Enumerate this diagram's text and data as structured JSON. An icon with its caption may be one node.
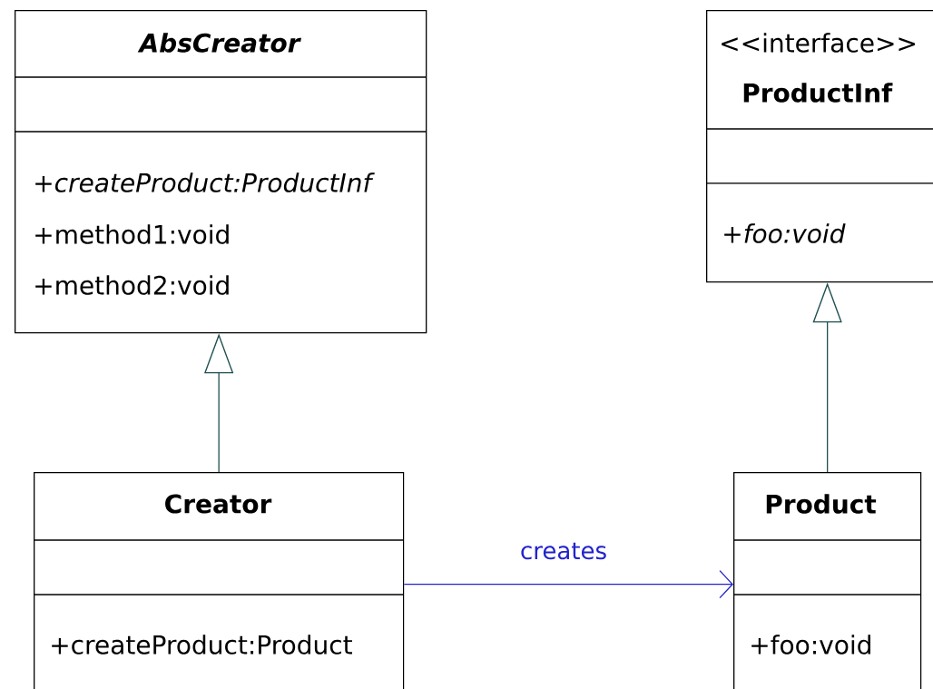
{
  "diagram": {
    "nodes": [
      {
        "text": [
          "AbsCreator",
          "+createProduct:ProductInf",
          "+method1:void",
          "+method2:void"
        ]
      },
      {
        "text": [
          "<<interface>>",
          "ProductInf",
          "+foo:void"
        ]
      },
      {
        "text": [
          "Creator",
          "+createProduct:Product"
        ]
      },
      {
        "text": [
          "Product",
          "+foo:void"
        ]
      }
    ],
    "edges": [
      {
        "from": 2,
        "to": 0,
        "arrow": "to"
      },
      {
        "from": 3,
        "to": 1,
        "arrow": "to"
      },
      {
        "from": 2,
        "to": 3,
        "arrow": "to",
        "label": "creates",
        "color": "#2222cc"
      }
    ]
  }
}
